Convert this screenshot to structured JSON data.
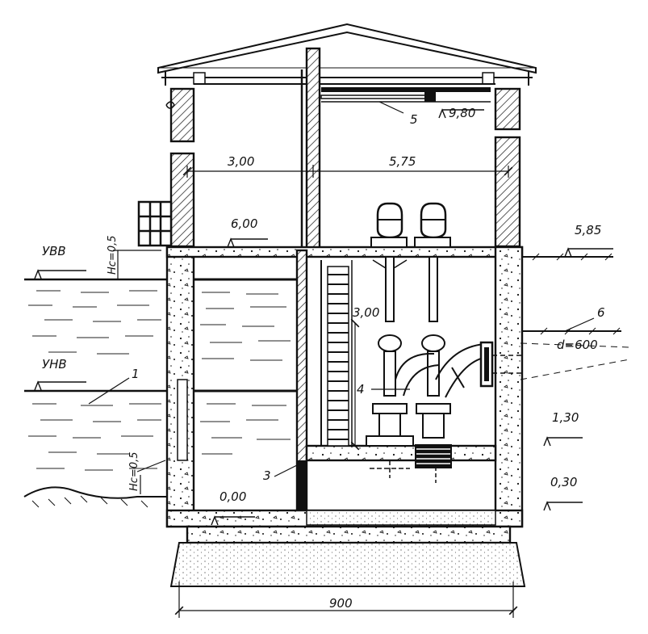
{
  "labels": {
    "dim_left": "3,00",
    "dim_right": "5,75",
    "elev_crane": "9,80",
    "elev_floor": "6,00",
    "elev_ground_right": "5,85",
    "uvv": "УВВ",
    "freeboard_top": "Нс=0,5",
    "unv": "УНВ",
    "freeboard_bottom": "Нс=0,5",
    "dim_pump": "3,00",
    "pipe_diameter": "d=600",
    "elev_pump_floor": "1,30",
    "elev_bottom_right": "0,30",
    "elev_zero": "0,00",
    "width_base": "900",
    "mark_1": "1",
    "mark_3": "3",
    "mark_4": "4",
    "mark_5": "5",
    "mark_6": "6"
  }
}
